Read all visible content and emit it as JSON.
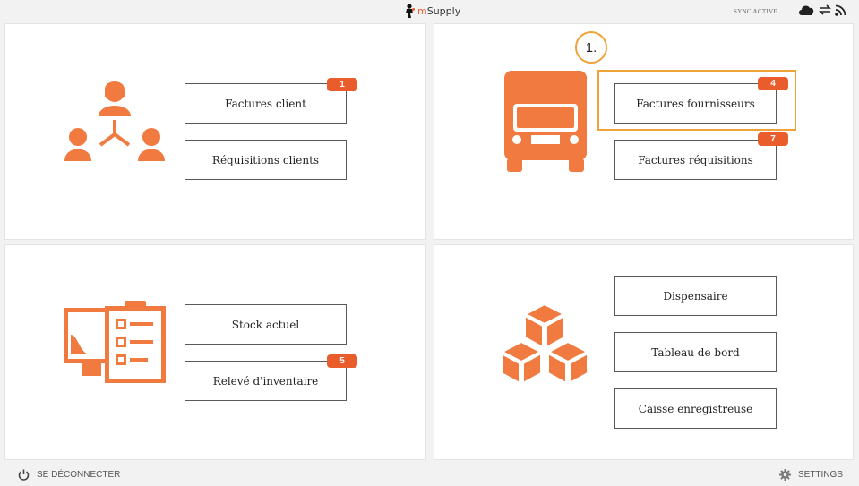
{
  "app": {
    "name_m": "m",
    "name_rest": "Supply"
  },
  "header": {
    "sync_status": "SYNC ACTIVE"
  },
  "colors": {
    "accent": "#e95c2b",
    "highlight": "#f0a23a"
  },
  "panels": {
    "customer": {
      "icon": "customers-network-icon",
      "btn1": "Factures client",
      "badge1": "1",
      "btn2": "Réquisitions clients"
    },
    "supplier": {
      "icon": "truck-icon",
      "btn1": "Factures fournisseurs",
      "badge1": "4",
      "btn2": "Factures réquisitions",
      "badge2": "7"
    },
    "stock": {
      "icon": "stock-clipboard-icon",
      "btn1": "Stock actuel",
      "btn2": "Relevé d'inventaire",
      "badge2": "5"
    },
    "modules": {
      "icon": "boxes-icon",
      "btn1": "Dispensaire",
      "btn2": "Tableau de bord",
      "btn3": "Caisse enregistreuse"
    }
  },
  "annotation": {
    "step_label": "1."
  },
  "footer": {
    "logout_label": "SE DÉCONNECTER",
    "settings_label": "SETTINGS"
  }
}
